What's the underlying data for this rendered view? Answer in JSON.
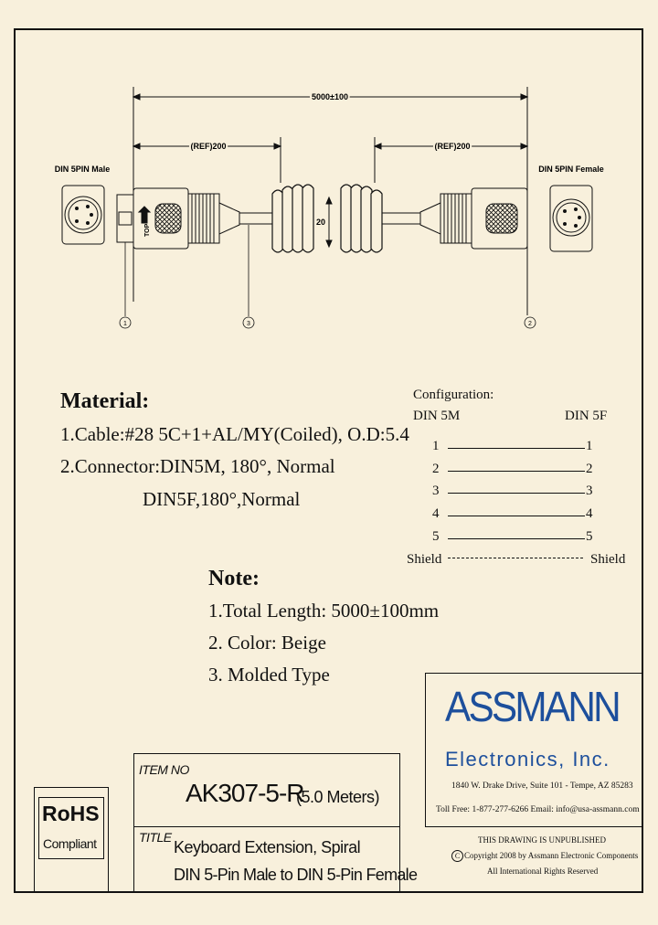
{
  "drawing": {
    "total_dim": "5000±100",
    "ref_left": "(REF)200",
    "ref_right": "(REF)200",
    "coil_dim": "20",
    "left_label": "DIN 5PIN Male",
    "right_label": "DIN 5PIN Female",
    "top_mark": "TOP",
    "balloons": [
      "1",
      "3",
      "2"
    ]
  },
  "material": {
    "heading": "Material:",
    "lines": [
      "1.Cable:#28 5C+1+AL/MY(Coiled), O.D:5.4",
      "2.Connector:DIN5M, 180°, Normal",
      "DIN5F,180°,Normal"
    ]
  },
  "configuration": {
    "title": "Configuration:",
    "left_header": "DIN 5M",
    "right_header": "DIN 5F",
    "rows": [
      {
        "left": "1",
        "right": "1"
      },
      {
        "left": "2",
        "right": "2"
      },
      {
        "left": "3",
        "right": "3"
      },
      {
        "left": "4",
        "right": "4"
      },
      {
        "left": "5",
        "right": "5"
      },
      {
        "left": "Shield",
        "right": "Shield"
      }
    ]
  },
  "note": {
    "heading": "Note:",
    "lines": [
      "1.Total Length: 5000±100mm",
      "2. Color: Beige",
      "3. Molded Type"
    ]
  },
  "title_block": {
    "item_no_label": "ITEM NO",
    "item_no": "AK307-5-R",
    "item_suffix": "(5.0 Meters)",
    "title_label": "TITLE",
    "title_line1": "Keyboard Extension, Spiral",
    "title_line2": "DIN 5-Pin Male to DIN 5-Pin Female"
  },
  "rohs": {
    "line1": "RoHS",
    "line2": "Compliant"
  },
  "company": {
    "name": "ASSMANN",
    "subtitle": "Electronics, Inc.",
    "address": "1840 W. Drake Drive, Suite 101 - Tempe, AZ 85283",
    "contact": "Toll Free: 1-877-277-6266  Email: info@usa-assmann.com",
    "notice1": "THIS DRAWING IS UNPUBLISHED",
    "copyright_symbol": "C",
    "notice2": "Copyright 2008 by Assmann Electronic Components",
    "notice3": "All International Rights Reserved"
  },
  "colors": {
    "background": "#f8f0dc",
    "brand_blue": "#1d4f9c",
    "ink": "#111111"
  }
}
